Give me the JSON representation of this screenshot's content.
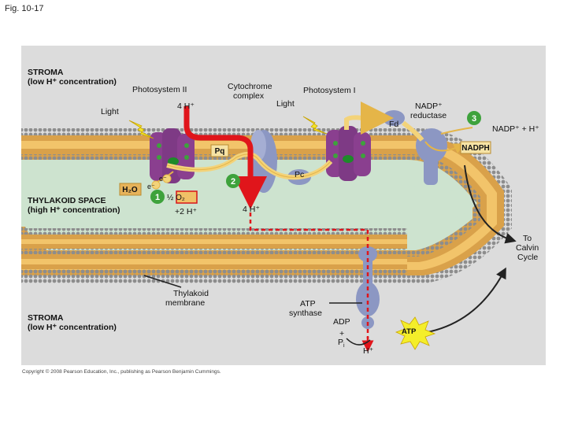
{
  "figure_label": "Fig. 10-17",
  "labels": {
    "stroma_top": [
      "STROMA",
      "(low H⁺ concentration)"
    ],
    "photosystem_ii": "Photosystem II",
    "cytochrome_complex": [
      "Cytochrome",
      "complex"
    ],
    "photosystem_i": "Photosystem I",
    "nadp_reductase": [
      "NADP⁺",
      "reductase"
    ],
    "light_left": "Light",
    "light_right": "Light",
    "four_h_top": "4 H⁺",
    "fd": "Fd",
    "nadp_plus_h": "NADP⁺ + H⁺",
    "nadph": "NADPH",
    "pq": "Pq",
    "pc": "Pc",
    "electron_1": "e⁻",
    "electron_2": "e⁻",
    "h2o": "H₂O",
    "half_o2": "½ O₂",
    "plus_2h": "+2 H⁺",
    "four_h_lumen": "4 H⁺",
    "thylakoid_space": [
      "THYLAKOID SPACE",
      "(high H⁺ concentration)"
    ],
    "to_calvin": [
      "To",
      "Calvin",
      "Cycle"
    ],
    "thylakoid_membrane": [
      "Thylakoid",
      "membrane"
    ],
    "atp_synthase": [
      "ATP",
      "synthase"
    ],
    "stroma_bottom": [
      "STROMA",
      "(low H⁺ concentration)"
    ],
    "adp": "ADP",
    "plus": "+",
    "pi": "P",
    "pi_sub": "i",
    "atp": "ATP",
    "h_plus_bottom": "H⁺"
  },
  "steps": [
    "1",
    "2",
    "3"
  ],
  "copyright": "Copyright © 2008 Pearson Education, Inc., publishing as Pearson Benjamin Cummings.",
  "colors": {
    "panel": "#dcdcdc",
    "lumen": "#cde3cf",
    "membrane_outer": "#d9a14a",
    "membrane_core": "#f2c46a",
    "head": "#8d8d8d",
    "photosystem": "#8a3f8f",
    "cytochrome": "#8c97c3",
    "proton_path": "#e0151b",
    "electron_path": "#f3d37a",
    "step_badge": "#3ea23c",
    "atp_burst": "#f4ee2a",
    "light_bolt": "#f3e52a"
  }
}
